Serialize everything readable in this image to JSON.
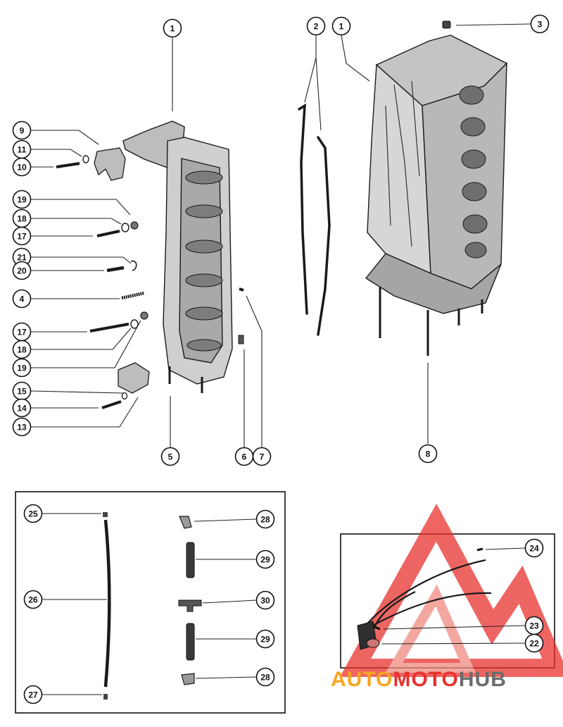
{
  "callouts": [
    {
      "label": "1"
    },
    {
      "label": "2"
    },
    {
      "label": "1"
    },
    {
      "label": "3"
    },
    {
      "label": "9"
    },
    {
      "label": "11"
    },
    {
      "label": "10"
    },
    {
      "label": "19"
    },
    {
      "label": "18"
    },
    {
      "label": "17"
    },
    {
      "label": "21"
    },
    {
      "label": "20"
    },
    {
      "label": "4"
    },
    {
      "label": "17"
    },
    {
      "label": "18"
    },
    {
      "label": "19"
    },
    {
      "label": "15"
    },
    {
      "label": "14"
    },
    {
      "label": "13"
    },
    {
      "label": "5"
    },
    {
      "label": "6"
    },
    {
      "label": "7"
    },
    {
      "label": "8"
    },
    {
      "label": "25"
    },
    {
      "label": "26"
    },
    {
      "label": "27"
    },
    {
      "label": "28"
    },
    {
      "label": "29"
    },
    {
      "label": "30"
    },
    {
      "label": "29"
    },
    {
      "label": "28"
    },
    {
      "label": "24"
    },
    {
      "label": "23"
    },
    {
      "label": "22"
    }
  ],
  "watermark": {
    "part1": "AUTO",
    "part2": "MOTO",
    "part3": "HUB"
  },
  "colors": {
    "line": "#1a1a1a",
    "part_fill": "#cfcfcf",
    "part_dark": "#6f6f6f",
    "logo_red": "#e8322e",
    "logo_orange": "#f6a623",
    "logo_gray": "#6b6b6b"
  }
}
